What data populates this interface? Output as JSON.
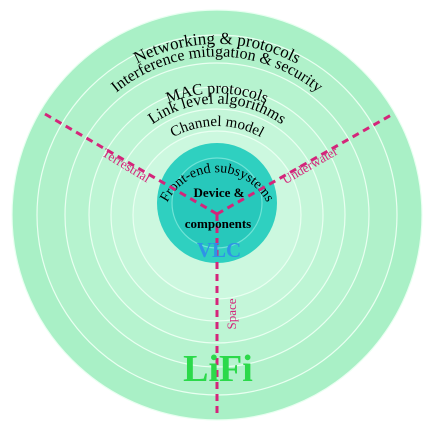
{
  "colors": {
    "ring_outer": "#a9f0c6",
    "ring_mid": "#b6f3cf",
    "ring_inner": "#c4f6d9",
    "ring_core_light": "#d4f9e3",
    "ring_stroke": "#e9fff1",
    "core_outer": "#2fd0c0",
    "core_inner": "#27c8bb",
    "divider": "#d4257a",
    "lifi_text": "#2bd94a",
    "vlc_text": "#2f93e6",
    "layer_text": "#000000",
    "domain_text": "#d4257a"
  },
  "layers": [
    {
      "label": "Networking & protocols"
    },
    {
      "label": "Interference mitigation & security"
    },
    {
      "label": "MAC protocols"
    },
    {
      "label": "Link level algorithms"
    },
    {
      "label": "Channel model"
    },
    {
      "label": "Front-end subsystems"
    }
  ],
  "core": {
    "line1": "Device &",
    "line2": "components",
    "tech": "VLC"
  },
  "domains": [
    {
      "label": "Terrestrial"
    },
    {
      "label": "Underwater"
    },
    {
      "label": "Space"
    }
  ],
  "outer_label": "LiFi"
}
